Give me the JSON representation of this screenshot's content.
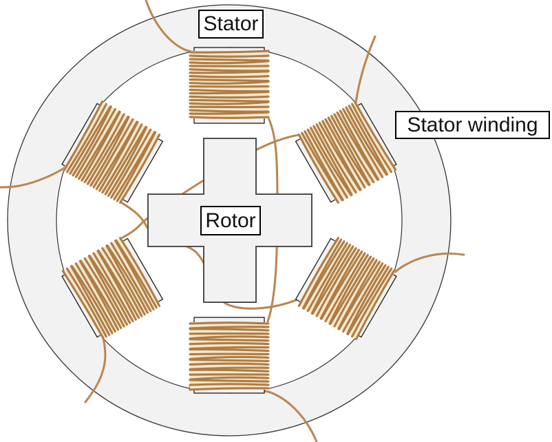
{
  "labels": {
    "stator": "Stator",
    "rotor": "Rotor",
    "stator_winding": "Stator winding"
  },
  "structure": {
    "stator_pole_count": 6,
    "rotor_pole_count": 4,
    "coil_turns_per_pole": 20
  },
  "colors": {
    "steel_fill": "#f2f2f2",
    "outline": "#333333",
    "pole_outline": "#1a1a1a",
    "rotor_outline": "#4d4d4d",
    "copper_coil": "#b07c42",
    "copper_lead": "#bb8752",
    "coil_underlay": "#f3e8d2",
    "label_border": "#000000",
    "label_background": "#ffffff",
    "text": "#111111",
    "background": "#ffffff"
  }
}
